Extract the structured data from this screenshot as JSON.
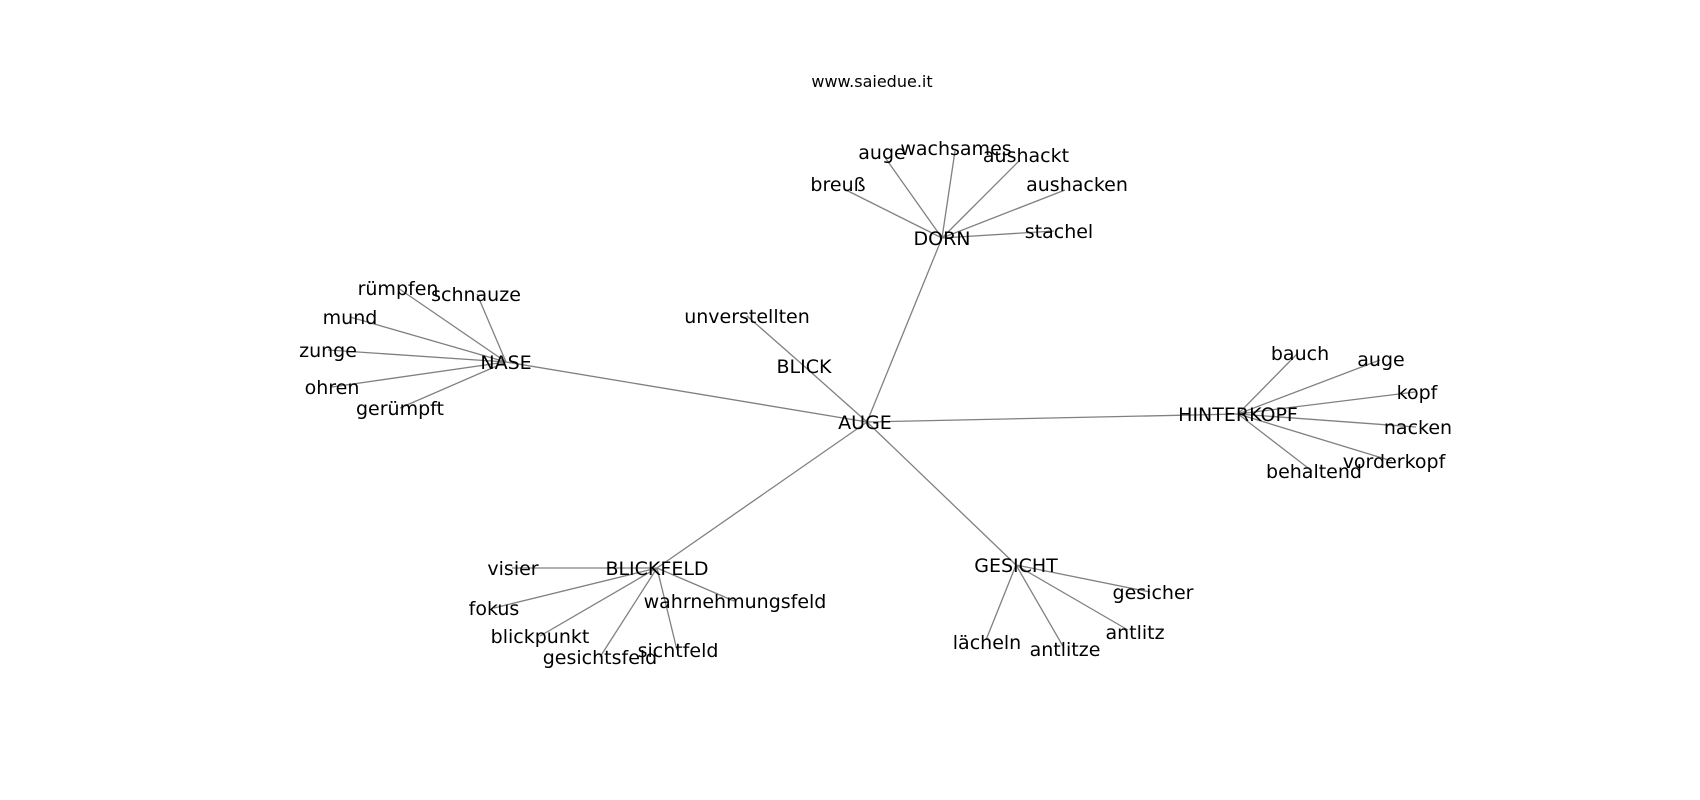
{
  "site": "www.saiedue.it",
  "root": "AUGE",
  "clusters": [
    {
      "hub": "DORN",
      "words": [
        "breuß",
        "auge",
        "wachsames",
        "aushackt",
        "aushacken",
        "stachel"
      ]
    },
    {
      "hub": "NASE",
      "words": [
        "rümpfen",
        "schnauze",
        "mund",
        "zunge",
        "ohren",
        "gerümpft"
      ]
    },
    {
      "hub": "BLICK",
      "words": [
        "unverstellten"
      ]
    },
    {
      "hub": "HINTERKOPF",
      "words": [
        "bauch",
        "auge",
        "kopf",
        "nacken",
        "vorderkopf",
        "behaltend"
      ]
    },
    {
      "hub": "BLICKFELD",
      "words": [
        "visier",
        "fokus",
        "blickpunkt",
        "gesichtsfeld",
        "sichtfeld",
        "wahrnehmungsfeld"
      ]
    },
    {
      "hub": "GESICHT",
      "words": [
        "gesicher",
        "antlitz",
        "antlitze",
        "lächeln"
      ]
    }
  ]
}
